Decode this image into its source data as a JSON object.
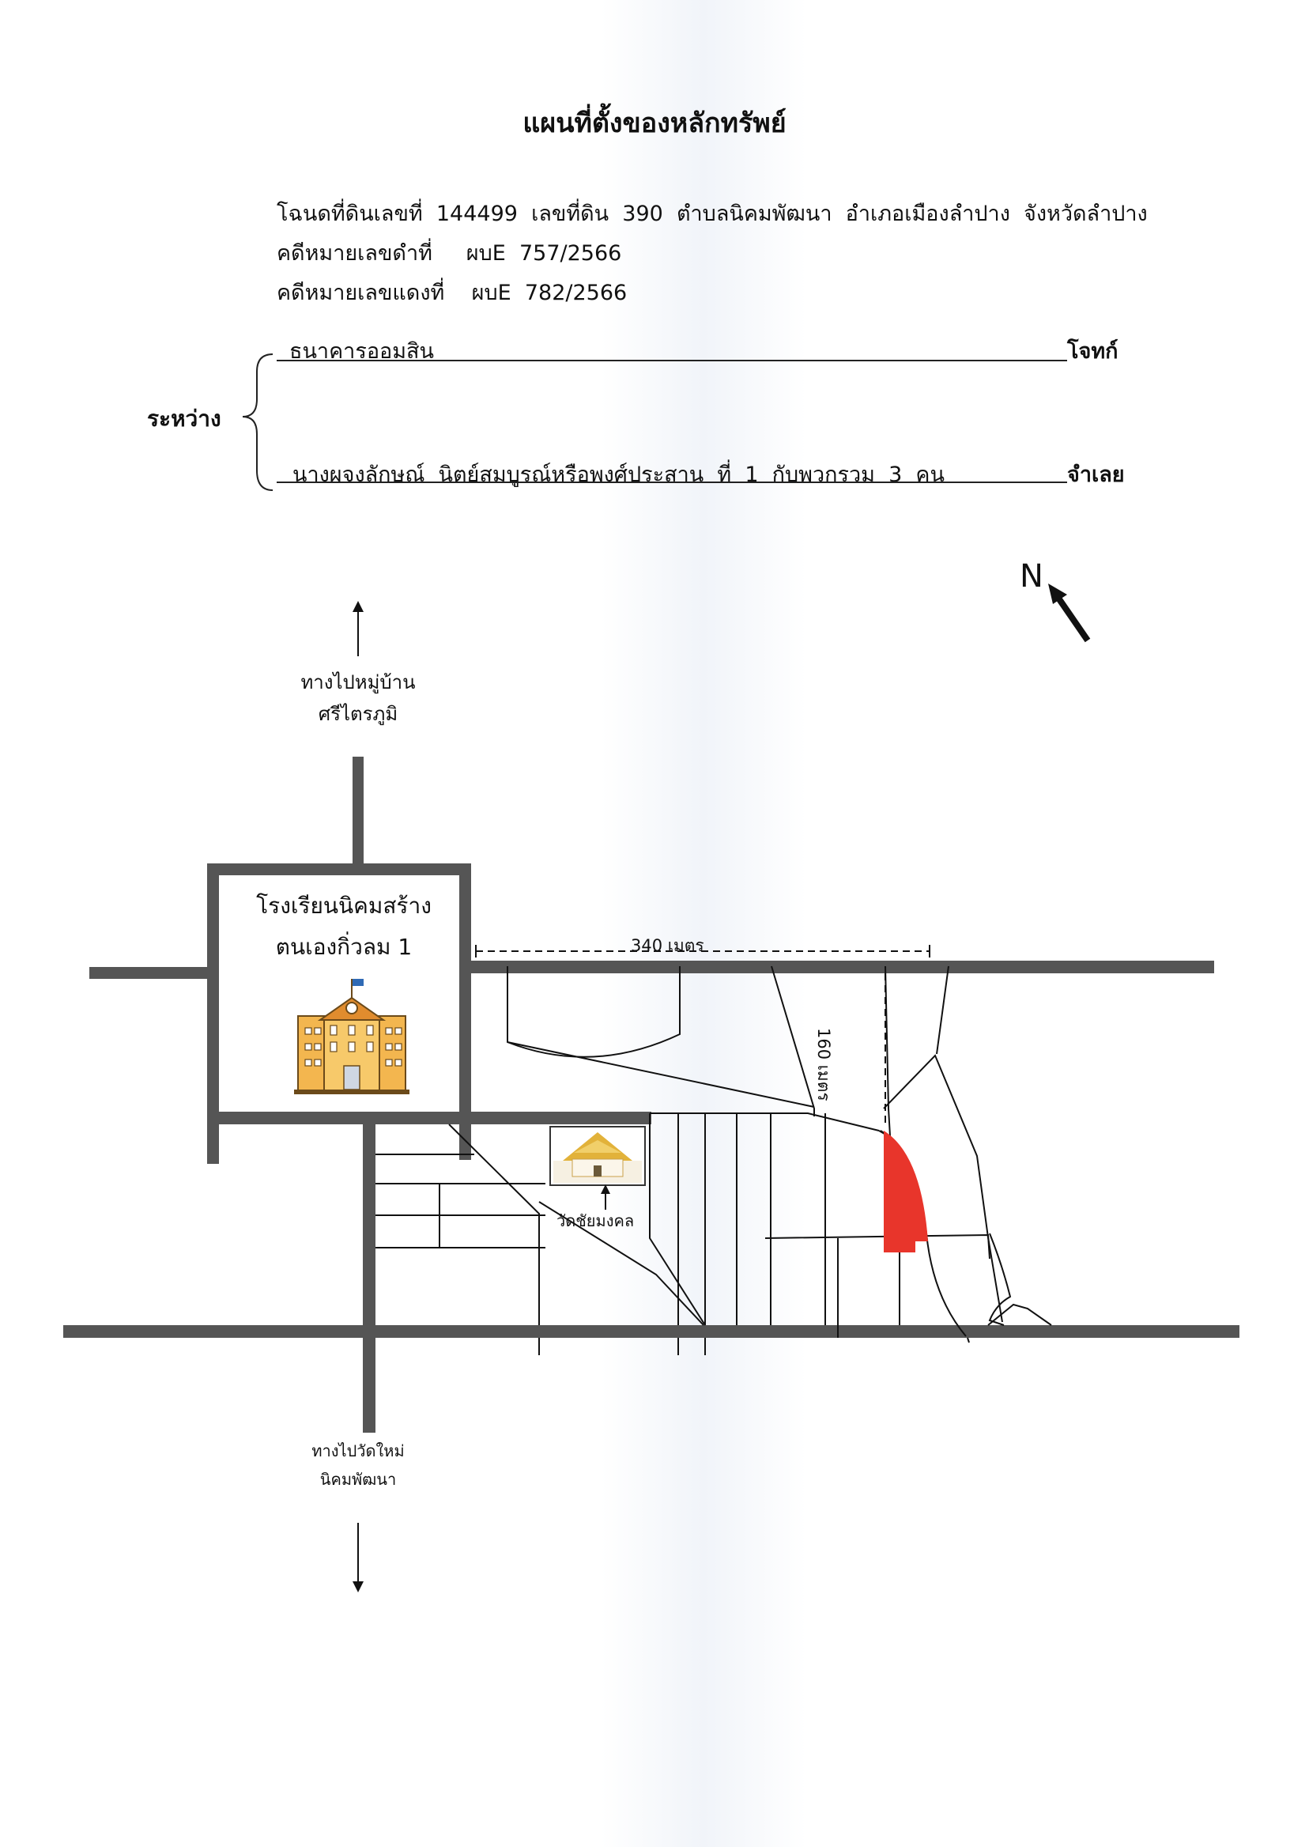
{
  "document": {
    "title": "แผนที่ตั้งของหลักทรัพย์",
    "deed_line": "โฉนดที่ดินเลขที่  144499  เลขที่ดิน  390  ตำบลนิคมพัฒนา  อำเภอเมืองลำปาง  จังหวัดลำปาง",
    "black_case_line": "คดีหมายเลขดำที่     ผบE  757/2566",
    "red_case_line": "คดีหมายเลขแดงที่    ผบE  782/2566",
    "between_label": "ระหว่าง",
    "plaintiff_name": "ธนาคารออมสิน",
    "plaintiff_role": "โจทก์",
    "defendant_name": "นางผจงลักษณ์  นิตย์สมบูรณ์หรือพงศ์ประสาน  ที่  1  กับพวกรวม  3  คน",
    "defendant_role": "จำเลย"
  },
  "map": {
    "north_label": "N",
    "north_direction": "north-west",
    "top_direction": [
      "ทางไปหมู่บ้าน",
      "ศรีไตรภูมิ"
    ],
    "bottom_direction": [
      "ทางไปวัดใหม่",
      "นิคมพัฒนา"
    ],
    "school_name": [
      "โรงเรียนนิคมสร้าง",
      "ตนเองกิ่วลม  1"
    ],
    "school_icon": "school-building-icon",
    "temple_name": "วัดชัยมงคล",
    "temple_icon": "temple-icon",
    "distance_horizontal": "340  เมตร",
    "distance_vertical": "160  เมตร",
    "colors": {
      "road": "#555555",
      "parcel_highlight": "#e8352b",
      "school_wall": "#f3b64f",
      "temple_roof": "#e2b23a"
    }
  }
}
